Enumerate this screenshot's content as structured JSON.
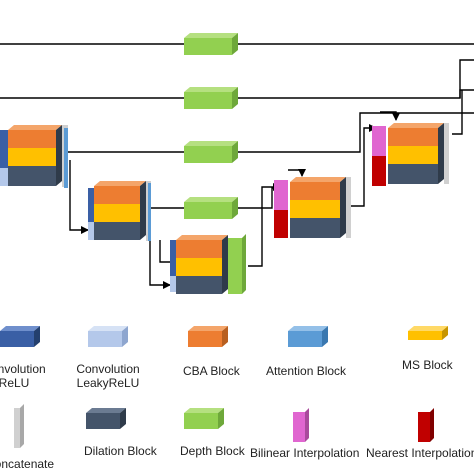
{
  "legend": {
    "convolution_relu_line1": "Convolution",
    "convolution_relu_line2": "ReLU",
    "convolution_leakyrelu_line1": "Convolution",
    "convolution_leakyrelu_line2": "LeakyReLU",
    "cba_block": "CBA Block",
    "attention_block": "Attention Block",
    "ms_block": "MS Block",
    "concatenate": "Concatenate",
    "dilation_block": "Dilation Block",
    "depth_block": "Depth Block",
    "bilinear_interpolation": "Bilinear Interpolation",
    "nearest_interpolation": "Nearest Interpolation"
  },
  "colors": {
    "convolution_relu": "#3a5fa5",
    "convolution_leakyrelu": "#b4c8ea",
    "cba_block": "#ed7d31",
    "attention_block": "#5b9bd5",
    "ms_block": "#ffc000",
    "concatenate": "#d0d0d0",
    "dilation_block": "#44546a",
    "depth_block": "#92d050",
    "bilinear_interpolation": "#e066d0",
    "nearest_interpolation": "#c00000"
  }
}
